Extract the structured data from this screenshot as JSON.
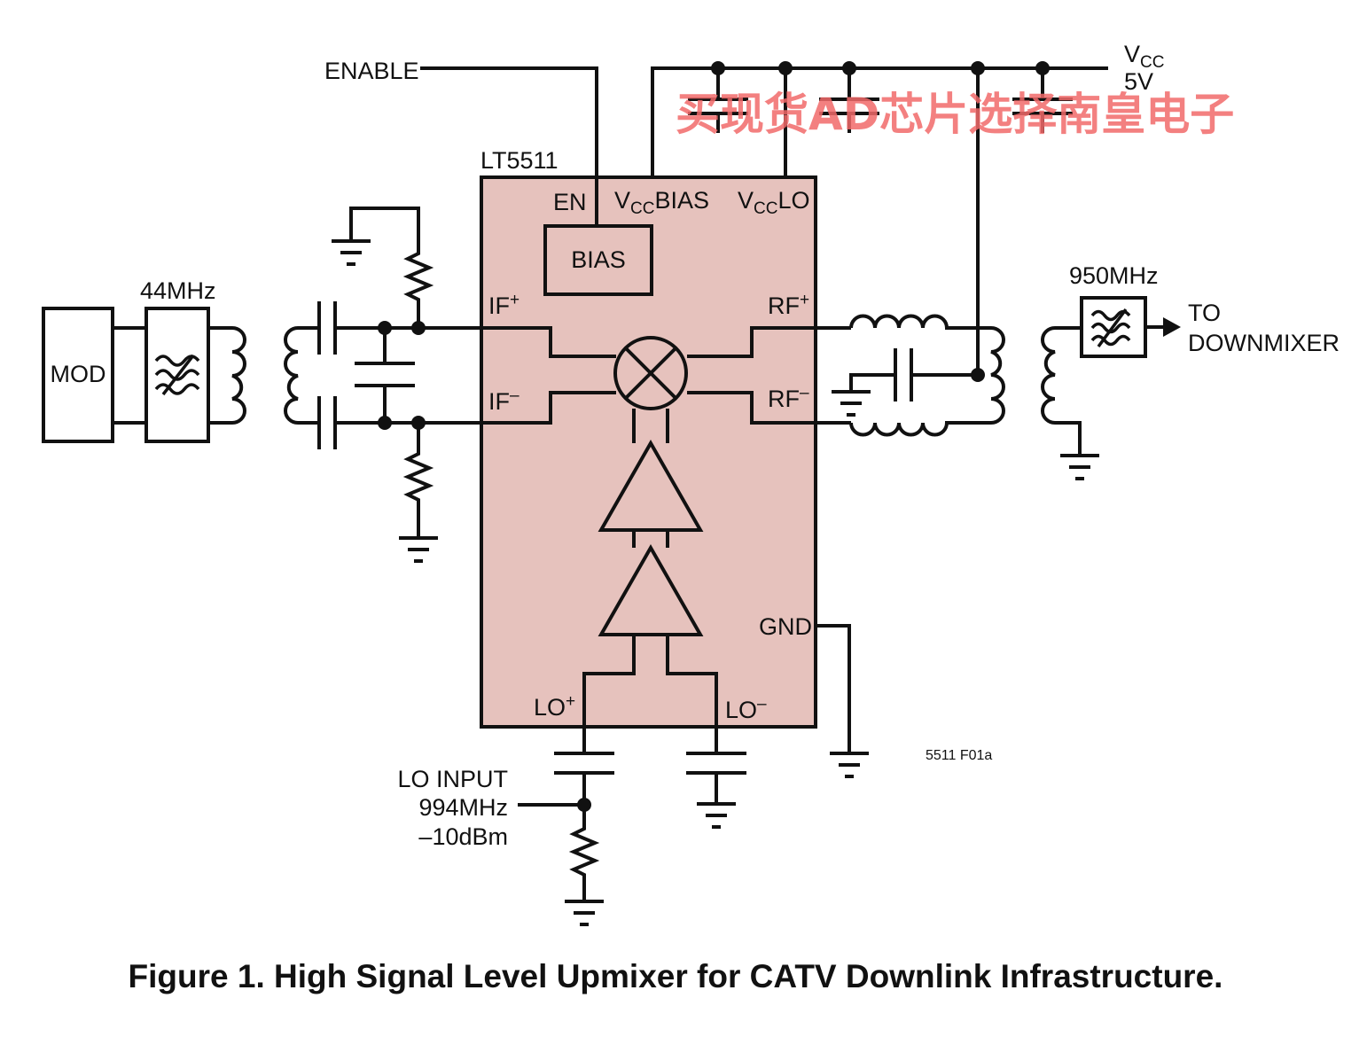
{
  "chip": {
    "name": "LT5511",
    "fill_color": "#e6c2bd",
    "pins": {
      "en": "EN",
      "vcc_bias_v": "V",
      "vcc_bias_sub": "CC",
      "vcc_bias_rest": "BIAS",
      "vcc_lo_v": "V",
      "vcc_lo_sub": "CC",
      "vcc_lo_rest": "LO",
      "if_plus": "IF",
      "if_plus_sup": "+",
      "if_minus": "IF",
      "if_minus_sup": "–",
      "rf_plus": "RF",
      "rf_plus_sup": "+",
      "rf_minus": "RF",
      "rf_minus_sup": "–",
      "gnd": "GND",
      "lo_plus": "LO",
      "lo_plus_sup": "+",
      "lo_minus": "LO",
      "lo_minus_sup": "–"
    },
    "bias_block": "BIAS"
  },
  "labels": {
    "enable": "ENABLE",
    "vcc_v": "V",
    "vcc_sub": "CC",
    "vcc_value": "5V",
    "mod": "MOD",
    "if_filter": "44MHz",
    "rf_filter": "950MHz",
    "to": "TO",
    "downmixer": "DOWNMIXER",
    "lo_input": "LO INPUT",
    "lo_freq": "994MHz",
    "lo_level": "–10dBm",
    "figure_code": "5511 F01a"
  },
  "watermark": "买现货AD芯片选择南皇电子",
  "caption": "Figure 1. High Signal Level Upmixer for CATV Downlink Infrastructure."
}
